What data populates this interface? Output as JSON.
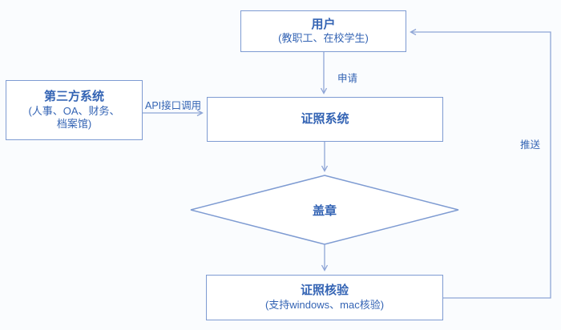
{
  "diagram": {
    "type": "flowchart",
    "colors": {
      "background": "#FAFCFE",
      "node_fill": "#FFFFFF",
      "node_border": "#7E9BD2",
      "connector": "#8EA5D6",
      "text": "#3464B4"
    },
    "nodes": {
      "user": {
        "title": "用户",
        "subtitle": "(教职工、在校学生)",
        "shape": "rectangle"
      },
      "third_party": {
        "title": "第三方系统",
        "subtitle_lines": [
          "(人事、OA、财务、",
          "档案馆)"
        ],
        "shape": "rectangle"
      },
      "cert_system": {
        "title": "证照系统",
        "shape": "rectangle"
      },
      "stamp": {
        "title": "盖章",
        "shape": "diamond"
      },
      "cert_verify": {
        "title": "证照核验",
        "subtitle": "(支持windows、mac核验)",
        "shape": "rectangle"
      }
    },
    "edges": {
      "apply": {
        "label": "申请",
        "from": "user",
        "to": "cert_system"
      },
      "api_call": {
        "label": "API接口调用",
        "from": "third_party",
        "to": "cert_system"
      },
      "system_to_stamp": {
        "label": "",
        "from": "cert_system",
        "to": "stamp"
      },
      "stamp_to_verify": {
        "label": "",
        "from": "stamp",
        "to": "cert_verify"
      },
      "push": {
        "label": "推送",
        "from": "cert_verify",
        "to": "user"
      }
    }
  }
}
